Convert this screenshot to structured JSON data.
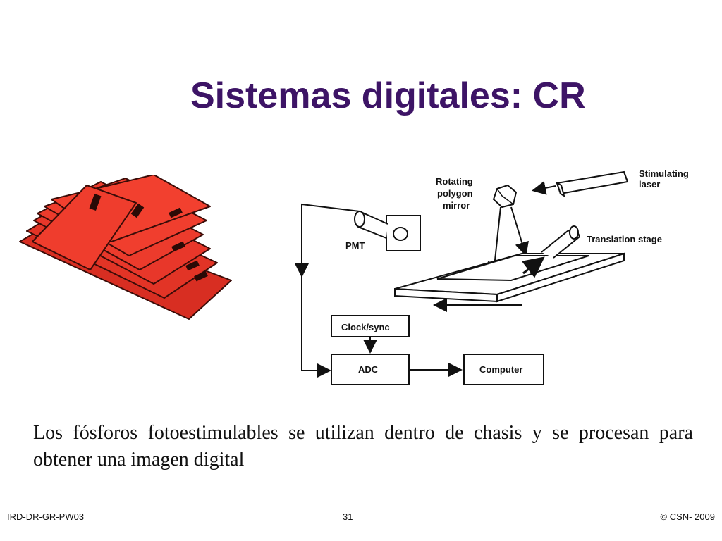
{
  "slide": {
    "title": "Sistemas digitales: CR",
    "body": "Los fósforos fotoestimulables se utilizan  dentro de chasis y se procesan para obtener una imagen digital"
  },
  "diagram": {
    "labels": {
      "stimulating_laser_1": "Stimulating",
      "stimulating_laser_2": "laser",
      "mirror_1": "Rotating",
      "mirror_2": "polygon",
      "mirror_3": "mirror",
      "pmt": "PMT",
      "translation_stage": "Translation stage",
      "clock_sync": "Clock/sync",
      "adc": "ADC",
      "computer": "Computer"
    }
  },
  "footer": {
    "code": "IRD-DR-GR-PW03",
    "page": "31",
    "copyright": "© CSN- 2009"
  },
  "colors": {
    "title": "#3d1466",
    "cassette": "#e8352a"
  }
}
